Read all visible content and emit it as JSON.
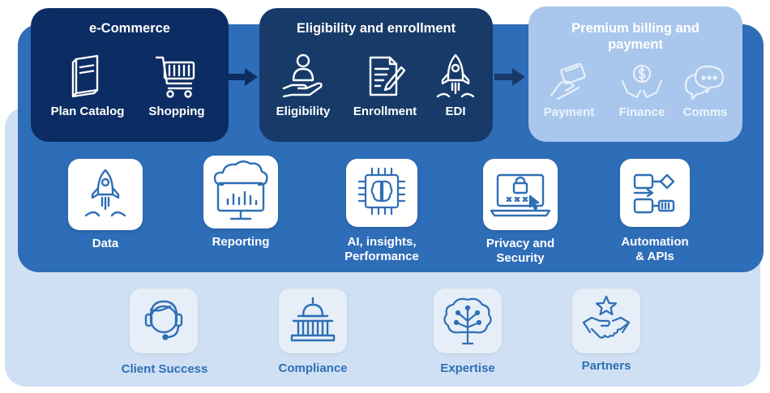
{
  "ecommerce": {
    "title": "e-Commerce",
    "items": [
      {
        "label": "Plan Catalog",
        "icon": "catalog-book-icon"
      },
      {
        "label": "Shopping",
        "icon": "shopping-cart-icon"
      }
    ]
  },
  "eligibility": {
    "title": "Eligibility and enrollment",
    "items": [
      {
        "label": "Eligibility",
        "icon": "person-hand-icon"
      },
      {
        "label": "Enrollment",
        "icon": "document-pen-icon"
      },
      {
        "label": "EDI",
        "icon": "rocket-icon"
      }
    ]
  },
  "premium": {
    "title_line1": "Premium billing and",
    "title_line2": "payment",
    "items": [
      {
        "label": "Payment",
        "icon": "card-hand-icon"
      },
      {
        "label": "Finance",
        "icon": "dollar-hands-icon"
      },
      {
        "label": "Comms",
        "icon": "chat-bubbles-icon"
      }
    ]
  },
  "capabilities": [
    {
      "line1": "Data",
      "line2": "",
      "icon": "rocket-icon"
    },
    {
      "line1": "Reporting",
      "line2": "",
      "icon": "cloud-monitor-icon"
    },
    {
      "line1": "AI, insights,",
      "line2": "Performance",
      "icon": "chip-brain-icon"
    },
    {
      "line1": "Privacy and",
      "line2": "Security",
      "icon": "laptop-lock-icon"
    },
    {
      "line1": "Automation",
      "line2": "& APIs",
      "icon": "workflow-icon"
    }
  ],
  "foundations": [
    {
      "label": "Client Success",
      "icon": "headset-icon"
    },
    {
      "label": "Compliance",
      "icon": "capitol-icon"
    },
    {
      "label": "Expertise",
      "icon": "tree-brain-icon"
    },
    {
      "label": "Partners",
      "icon": "handshake-star-icon"
    }
  ],
  "colors": {
    "ecommerce_box": "#0c2d63",
    "eligibility_box": "#173a68",
    "premium_box": "#a9c7ec",
    "middle_layer": "#2e6db7",
    "outer_layer": "#cfe0f4",
    "icon_blue": "#2f6fb5"
  }
}
